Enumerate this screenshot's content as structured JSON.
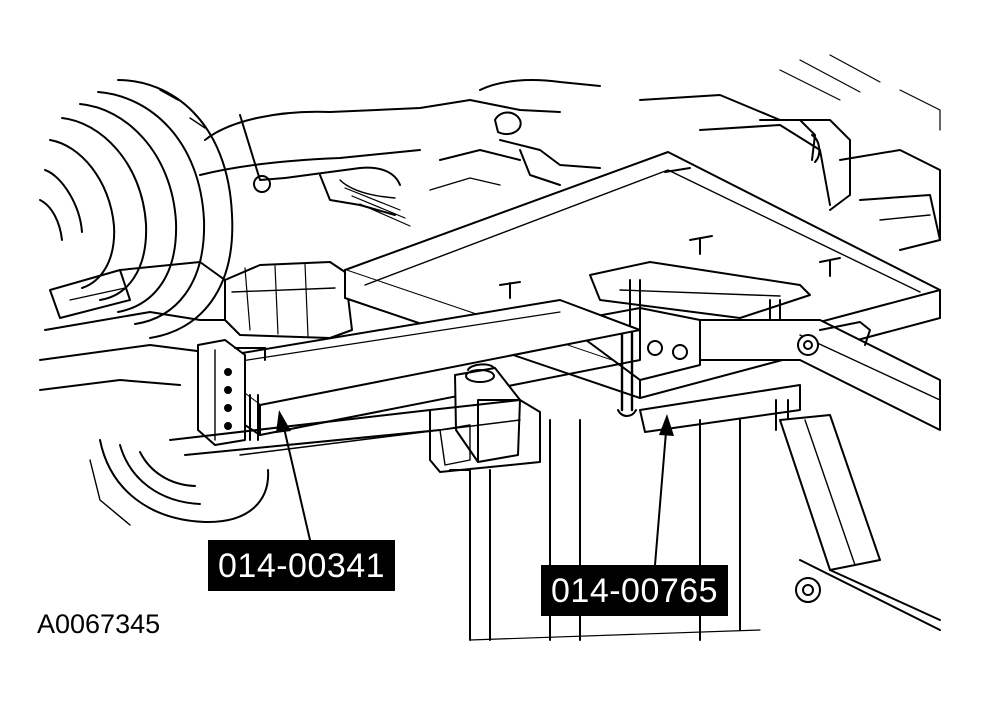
{
  "figure": {
    "id_label": "A0067345",
    "callouts": [
      {
        "label": "014-00341",
        "target": "adapter-bar"
      },
      {
        "label": "014-00765",
        "target": "support-bracket"
      }
    ]
  },
  "colors": {
    "ink": "#000000",
    "paper": "#ffffff",
    "label_background": "#000000",
    "label_text": "#ffffff"
  }
}
